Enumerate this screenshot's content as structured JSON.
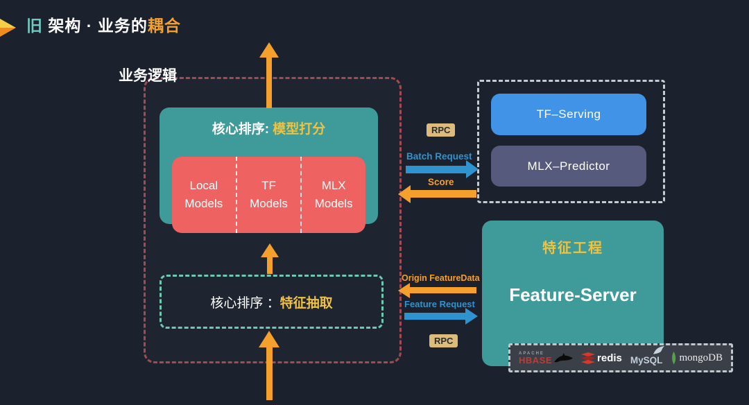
{
  "slide": {
    "title": {
      "badge": "旧",
      "middle": " 架构 · 业务的",
      "highlight": "耦合"
    }
  },
  "colors": {
    "background": "#1c222d",
    "accent_orange": "#f5a02d",
    "accent_yellow": "#f0c23f",
    "accent_blue": "#2e93cf",
    "teal_box": "#3f9b99",
    "red_box": "#ee6361",
    "tf_serving_blue": "#4093e6",
    "mlx_predictor_slate": "#565b7d",
    "container_dash_red": "#a34a52",
    "container_dash_gray": "#c6cbd2",
    "extract_dash_teal": "#6fc9b2",
    "rpc_badge_tan": "#dcbc7c"
  },
  "business_logic": {
    "label": "业务逻辑",
    "scoring": {
      "prefix": "核心排序: ",
      "highlight": "模型打分"
    },
    "models": [
      "Local Models",
      "TF Models",
      "MLX Models"
    ],
    "extraction": {
      "prefix": "核心排序 ： ",
      "highlight": "特征抽取"
    }
  },
  "serving": {
    "items": [
      {
        "label": "TF–Serving"
      },
      {
        "label": "MLX–Predictor"
      }
    ]
  },
  "scoring_link": {
    "rpc": "RPC",
    "request": "Batch Request",
    "response": "Score"
  },
  "feature_link": {
    "response": "Origin FeatureData",
    "request": "Feature Request",
    "rpc": "RPC"
  },
  "feature_server": {
    "title": "特征工程",
    "name": "Feature-Server",
    "datastores": [
      {
        "sub": "APACHE",
        "name": "HBASE"
      },
      {
        "name": "redis"
      },
      {
        "name": "MySQL"
      },
      {
        "name": "mongoDB"
      }
    ]
  }
}
